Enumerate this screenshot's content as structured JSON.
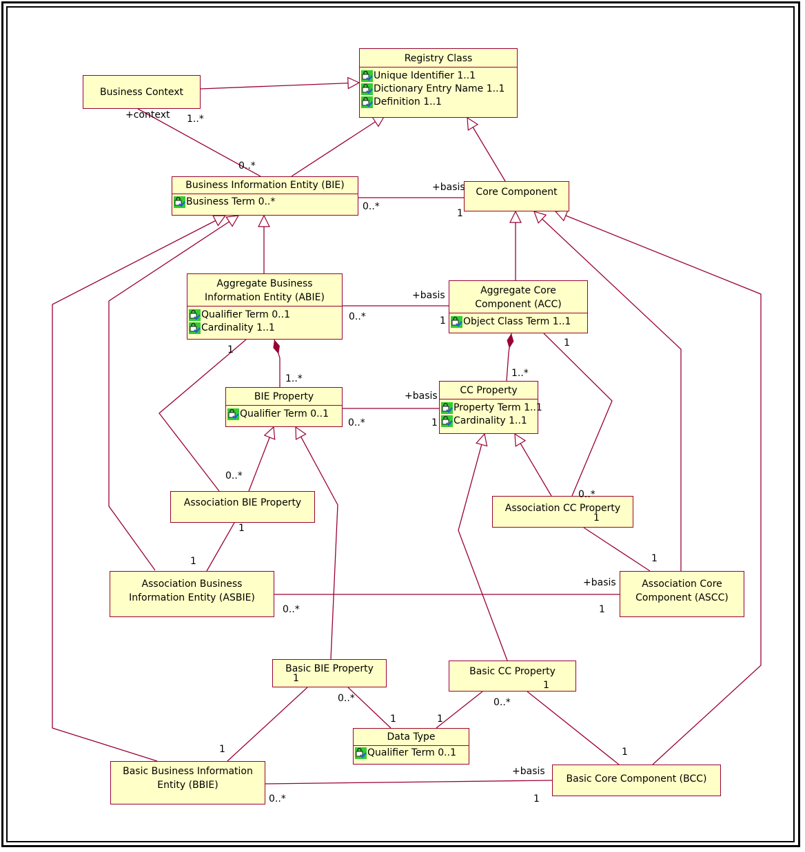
{
  "classes": {
    "registry": {
      "name": "Registry Class",
      "attrs": [
        "Unique Identifier 1..1",
        "Dictionary Entry Name 1..1",
        "Definition 1..1"
      ]
    },
    "business_context": {
      "name": "Business Context"
    },
    "bie": {
      "name": "Business Information Entity (BIE)",
      "attrs": [
        "Business Term 0..*"
      ]
    },
    "core_component": {
      "name": "Core Component"
    },
    "abie": {
      "name_line1": "Aggregate Business",
      "name_line2": "Information Entity (ABIE)",
      "attrs": [
        "Qualifier Term 0..1",
        "Cardinality 1..1"
      ]
    },
    "acc": {
      "name_line1": "Aggregate Core",
      "name_line2": "Component (ACC)",
      "attrs": [
        "Object Class Term 1..1"
      ]
    },
    "bie_property": {
      "name": "BIE Property",
      "attrs": [
        "Qualifier Term 0..1"
      ]
    },
    "cc_property": {
      "name": "CC Property",
      "attrs": [
        "Property Term 1..1",
        "Cardinality 1..1"
      ]
    },
    "assoc_bie_property": {
      "name": "Association BIE Property"
    },
    "assoc_cc_property": {
      "name": "Association CC Property"
    },
    "asbie": {
      "name_line1": "Association Business",
      "name_line2": "Information Entity (ASBIE)"
    },
    "ascc": {
      "name_line1": "Association Core",
      "name_line2": "Component (ASCC)"
    },
    "basic_bie_property": {
      "name": "Basic BIE Property"
    },
    "basic_cc_property": {
      "name": "Basic CC Property"
    },
    "data_type": {
      "name": "Data Type",
      "attrs": [
        "Qualifier Term 0..1"
      ]
    },
    "bbie": {
      "name_line1": "Basic Business Information",
      "name_line2": "Entity (BBIE)"
    },
    "bcc": {
      "name": "Basic Core Component (BCC)"
    }
  },
  "labels": [
    "+context",
    "1..*",
    "0..*",
    "+basis",
    "0..*",
    "1",
    "+basis",
    "0..*",
    "1",
    "1",
    "1..*",
    "1",
    "1..*",
    "+basis",
    "0..*",
    "1",
    "0..*",
    "0..*",
    "1",
    "1",
    "1",
    "1",
    "+basis",
    "0..*",
    "1",
    "1",
    "1",
    "0..*",
    "1",
    "1",
    "0..*",
    "1",
    "1",
    "+basis",
    "0..*",
    "1"
  ],
  "colors": {
    "line": "#990033",
    "fill": "#ffffc8",
    "icon": "#33cc33"
  },
  "attribute_icon": "locked-attribute-icon"
}
